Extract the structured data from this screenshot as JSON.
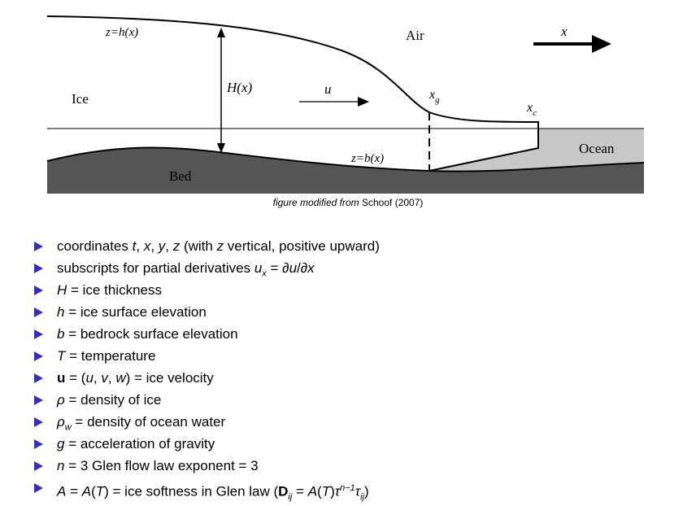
{
  "figure": {
    "labels": {
      "surface": "z=h(x)",
      "air": "Air",
      "x_axis": "x",
      "thickness": "H(x)",
      "ice": "Ice",
      "velocity": "u",
      "grounding_line": "x",
      "grounding_sub": "g",
      "calving_front": "x",
      "calving_sub": "c",
      "ocean": "Ocean",
      "bedrock": "z=b(x)",
      "bed": "Bed"
    },
    "colors": {
      "bed": "#555555",
      "ocean": "#c8c8c8",
      "lines": "#000000"
    }
  },
  "caption": {
    "italic_part": "figure modified from",
    "source": "Schoof (2007)"
  },
  "bullets": {
    "b1_a": "coordinates ",
    "b1_t": "t",
    "b1_c1": ", ",
    "b1_x": "x",
    "b1_c2": ", ",
    "b1_y": "y",
    "b1_c3": ", ",
    "b1_z": "z",
    "b1_b": " (with ",
    "b1_z2": "z",
    "b1_c": " vertical, positive upward)",
    "b2_a": "subscripts for partial derivatives ",
    "b2_u": "u",
    "b2_sub": "x",
    "b2_b": " = ∂",
    "b2_u2": "u",
    "b2_c": "/∂",
    "b2_x": "x",
    "b3_sym": "H",
    "b3_text": " = ice thickness",
    "b4_sym": "h",
    "b4_text": " = ice surface elevation",
    "b5_sym": "b",
    "b5_text": " = bedrock surface elevation",
    "b6_sym": "T",
    "b6_text": " = temperature",
    "b7_sym": "u",
    "b7_a": " = (",
    "b7_u": "u",
    "b7_c1": ", ",
    "b7_v": "v",
    "b7_c2": ", ",
    "b7_w": "w",
    "b7_b": ") = ice velocity",
    "b8_sym": "ρ",
    "b8_text": " = density of ice",
    "b9_sym": "ρ",
    "b9_sub": "w",
    "b9_text": " = density of ocean water",
    "b10_sym": "g",
    "b10_text": " = acceleration of gravity",
    "b11_sym": "n",
    "b11_text": " = 3 Glen flow law exponent = 3",
    "b12_A": "A",
    "b12_a": " = ",
    "b12_A2": "A",
    "b12_p1": "(",
    "b12_T": "T",
    "b12_p2": ")",
    "b12_text": " = ice softness in Glen law (",
    "b12_D": "D",
    "b12_Dsub": "ij",
    "b12_eq": " = ",
    "b12_A3": "A",
    "b12_p3": "(",
    "b12_T2": "T",
    "b12_p4": ")",
    "b12_tau": "τ",
    "b12_sup": "n−1",
    "b12_tau2": "τ",
    "b12_tausub": "ij",
    "b12_end": ")"
  }
}
